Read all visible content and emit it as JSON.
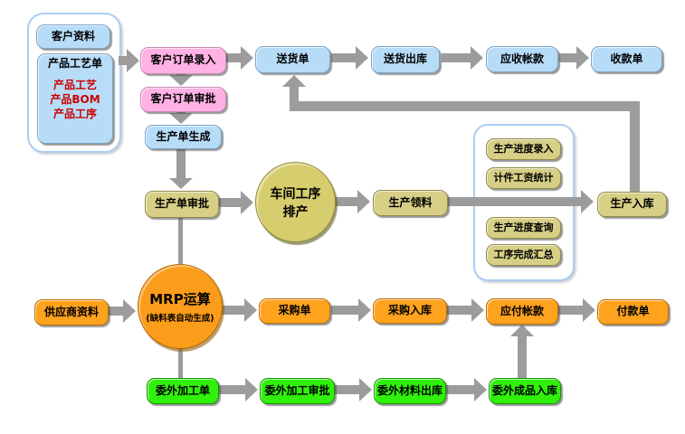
{
  "palette": {
    "blue_box": "#B7DCF8",
    "pink_box": "#FFB2E3",
    "khaki_box": "#D7CF86",
    "orange_box": "#FFA21E",
    "green_box": "#30F00C",
    "arrow_gray": "#9C9C9C",
    "red_text": "#CC0000",
    "panel_border": "#AACCF4"
  },
  "left_panel": {
    "customer_info": "客户资料",
    "sheet_title": "产品工艺单",
    "sheet_items": [
      "产品工艺",
      "产品BOM",
      "产品工序"
    ]
  },
  "order_flow": {
    "entry": "客户订单录入",
    "approval": "客户订单审批",
    "delivery_note": "送货单",
    "delivery_out": "送货出库",
    "receivable": "应收帐款",
    "receipt": "收款单"
  },
  "production": {
    "generate": "生产单生成",
    "approval": "生产单审批",
    "schedule_line1": "车间工序",
    "schedule_line2": "排产",
    "material_issue": "生产领料",
    "product_in": "生产入库"
  },
  "progress_panel": {
    "items": [
      "生产进度录入",
      "计件工资统计",
      "生产进度查询",
      "工序完成汇总"
    ]
  },
  "purchase": {
    "supplier": "供应商资料",
    "mrp_title": "MRP运算",
    "mrp_sub": "(缺料表自动生成)",
    "po": "采购单",
    "po_in": "采购入库",
    "payable": "应付帐款",
    "payment": "付款单"
  },
  "outsource": {
    "order": "委外加工单",
    "approval": "委外加工审批",
    "material_out": "委外材料出库",
    "product_in": "委外成品入库"
  }
}
